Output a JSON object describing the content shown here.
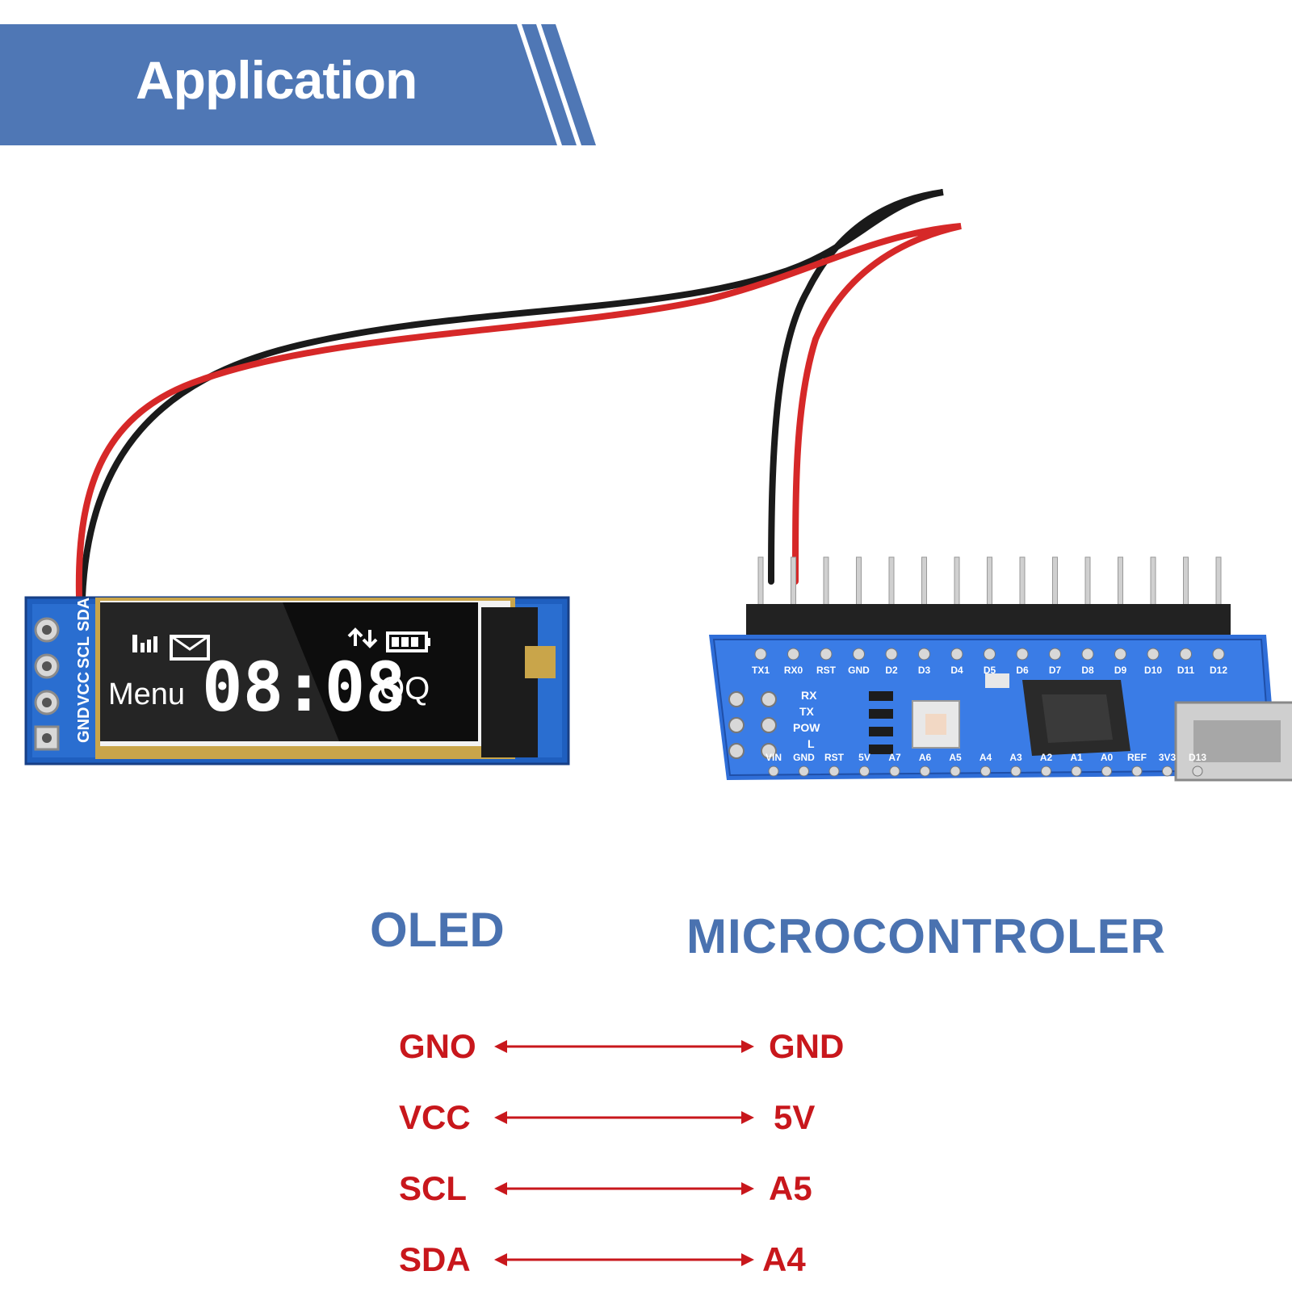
{
  "banner": {
    "title": "Application",
    "color": "#4f77b5"
  },
  "oled_board": {
    "pin_labels": [
      "SDA",
      "SCL",
      "VCC",
      "GND"
    ],
    "screen": {
      "menu_text": "Menu",
      "time_text": "08:08",
      "app_text": "QQ"
    }
  },
  "mcu_board": {
    "top_pin_labels": [
      "TX1",
      "RX0",
      "RST",
      "GND",
      "D2",
      "D3",
      "D4",
      "D5",
      "D6",
      "D7",
      "D8",
      "D9",
      "D10",
      "D11",
      "D12"
    ],
    "bottom_pin_labels": [
      "VIN",
      "GND",
      "RST",
      "5V",
      "A7",
      "A6",
      "A5",
      "A4",
      "A3",
      "A2",
      "A1",
      "A0",
      "REF",
      "3V3",
      "D13"
    ],
    "led_labels": [
      "RX",
      "TX",
      "POW",
      "L"
    ]
  },
  "wiring": {
    "oled_heading": "OLED",
    "mcu_heading": "MICROCONTROLER",
    "connections": [
      {
        "oled": "GNO",
        "mcu": "GND"
      },
      {
        "oled": "VCC",
        "mcu": "5V"
      },
      {
        "oled": "SCL",
        "mcu": "A5"
      },
      {
        "oled": "SDA",
        "mcu": "A4"
      }
    ],
    "text_color": "#c8171c",
    "heading_color": "#4a72b0"
  }
}
